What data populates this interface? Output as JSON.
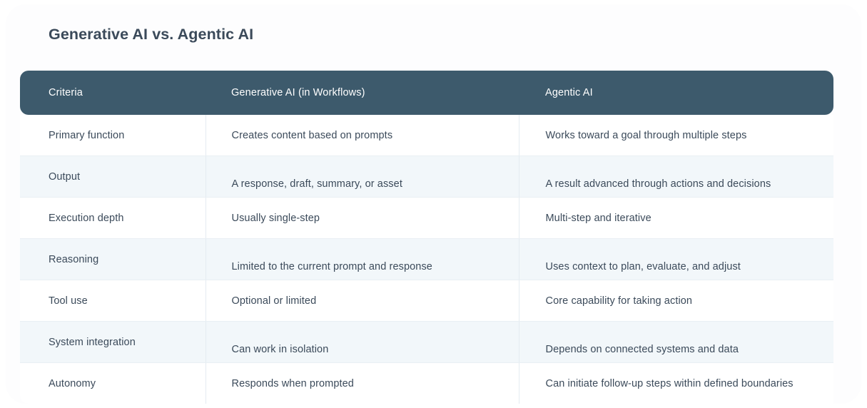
{
  "page": {
    "title": "Generative AI vs. Agentic AI"
  },
  "colors": {
    "header_bar": "#3d5a6c",
    "header_text": "#ffffff",
    "body_text": "#3b4a5a",
    "row_shaded": "#f2f7fa",
    "row_plain": "#ffffff",
    "card_background": "#fdfdfe",
    "row_divider": "#e9eff4"
  },
  "table": {
    "columns": [
      {
        "key": "criteria",
        "label": "Criteria"
      },
      {
        "key": "generative",
        "label": "Generative AI (in Workflows)"
      },
      {
        "key": "agentic",
        "label": "Agentic AI"
      }
    ],
    "rows": [
      {
        "criteria": "Primary function",
        "generative": "Creates content based on prompts",
        "agentic": "Works toward a goal through multiple steps"
      },
      {
        "criteria": "Output",
        "generative": "A response, draft, summary, or asset",
        "agentic": "A result advanced through actions and decisions"
      },
      {
        "criteria": "Execution depth",
        "generative": "Usually single-step",
        "agentic": "Multi-step and iterative"
      },
      {
        "criteria": "Reasoning",
        "generative": "Limited to the current prompt and response",
        "agentic": "Uses context to plan, evaluate, and adjust"
      },
      {
        "criteria": "Tool use",
        "generative": "Optional or limited",
        "agentic": "Core capability for taking action"
      },
      {
        "criteria": "System integration",
        "generative": "Can work in isolation",
        "agentic": "Depends on connected systems and data"
      },
      {
        "criteria": "Autonomy",
        "generative": "Responds when prompted",
        "agentic": "Can initiate follow-up steps within defined boundaries"
      }
    ]
  }
}
